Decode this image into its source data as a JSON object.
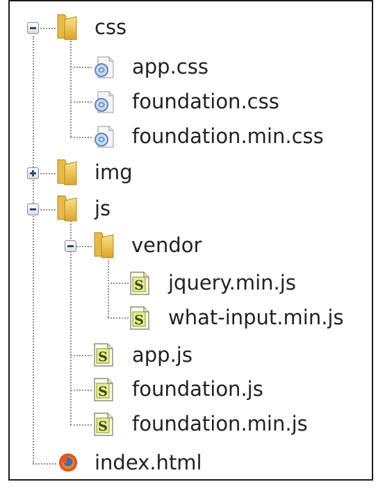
{
  "tree": {
    "css": {
      "label": "css",
      "expanded": true,
      "icon": "folder-icon",
      "children": [
        "app.css",
        "foundation.css",
        "foundation.min.css"
      ],
      "child_icon": "css-file-icon"
    },
    "img": {
      "label": "img",
      "expanded": false,
      "icon": "folder-icon"
    },
    "js": {
      "label": "js",
      "expanded": true,
      "icon": "folder-icon",
      "vendor": {
        "label": "vendor",
        "expanded": true,
        "icon": "folder-icon",
        "children": [
          "jquery.min.js",
          "what-input.min.js"
        ]
      },
      "children": [
        "app.js",
        "foundation.js",
        "foundation.min.js"
      ],
      "child_icon": "js-file-icon"
    },
    "index": {
      "label": "index.html",
      "icon": "firefox-html-icon"
    }
  }
}
